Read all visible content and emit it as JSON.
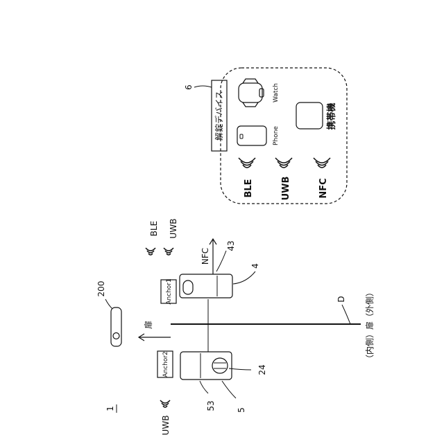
{
  "figure": {
    "ref_1": "1",
    "ref_200": "200",
    "ref_6": "6",
    "ref_4": "4",
    "ref_43": "43",
    "ref_5": "5",
    "ref_53": "53",
    "ref_24": "24",
    "ref_D": "D",
    "door_label": "扉",
    "door_bottom_label": "（内側）扉（外側）",
    "anchor1_label": "Anchor1",
    "anchor2_label": "Anchor2",
    "ble_label": "BLE",
    "uwb_label": "UWB",
    "nfc_label": "NFC",
    "uwb_left_label": "UWB",
    "unlock_device_label": "解錠デバイス",
    "watch_label": "Watch",
    "phone_label": "Phone",
    "mobile_label": "携帯機",
    "panel_ble": "BLE",
    "panel_uwb": "UWB",
    "panel_nfc": "NFC"
  }
}
